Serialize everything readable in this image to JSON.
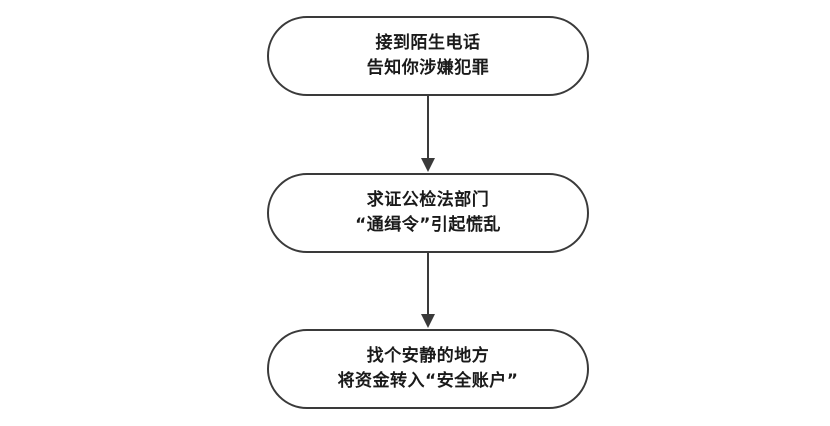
{
  "flowchart": {
    "nodes": [
      {
        "lines": [
          "接到陌生电话",
          "告知你涉嫌犯罪"
        ]
      },
      {
        "lines": [
          "求证公检法部门",
          "“通缉令”引起慌乱"
        ]
      },
      {
        "lines": [
          "找个安静的地方",
          "将资金转入“安全账户”"
        ]
      }
    ]
  },
  "colors": {
    "stroke": "#3a3a3a",
    "text": "#1a1a1a",
    "background": "#ffffff"
  }
}
